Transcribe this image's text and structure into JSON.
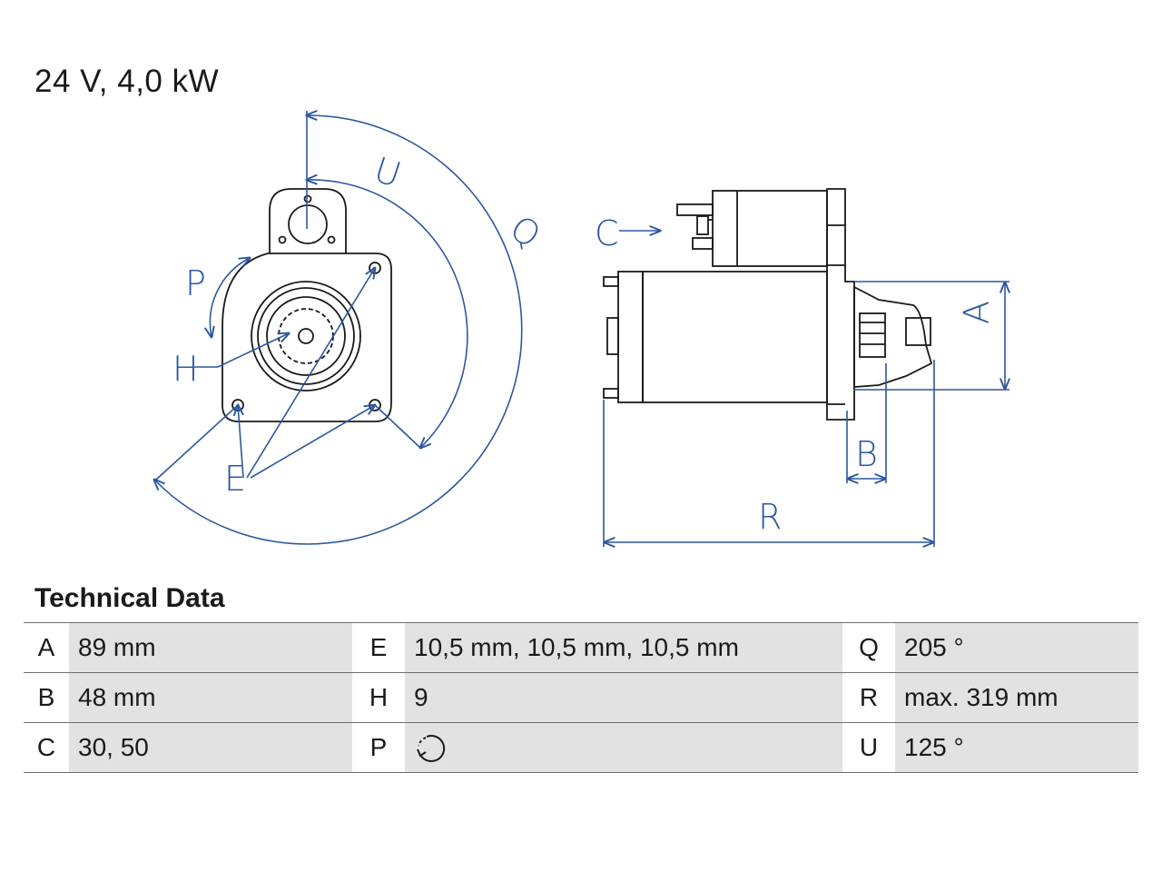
{
  "header": {
    "title": "24 V, 4,0 kW"
  },
  "drawing": {
    "labels": {
      "U": "U",
      "Q": "Q",
      "C": "C",
      "P": "P",
      "H": "H",
      "E": "E",
      "A": "A",
      "B": "B",
      "R": "R"
    },
    "colors": {
      "dimension": "#2c57a0",
      "part": "#1a1a1a"
    }
  },
  "technical_data": {
    "heading": "Technical Data",
    "rows": [
      {
        "k1": "A",
        "v1": "89 mm",
        "k2": "E",
        "v2": "10,5 mm, 10,5 mm, 10,5 mm",
        "k3": "Q",
        "v3": "205 °"
      },
      {
        "k1": "B",
        "v1": "48 mm",
        "k2": "H",
        "v2": "9",
        "k3": "R",
        "v3": "max. 319 mm"
      },
      {
        "k1": "C",
        "v1": "30, 50",
        "k2": "P",
        "v2_icon": "clockwise-rotation-icon",
        "k3": "U",
        "v3": "125 °"
      }
    ],
    "colors": {
      "value_background": "#e2e2e2",
      "rule": "#6d6d6d"
    }
  }
}
